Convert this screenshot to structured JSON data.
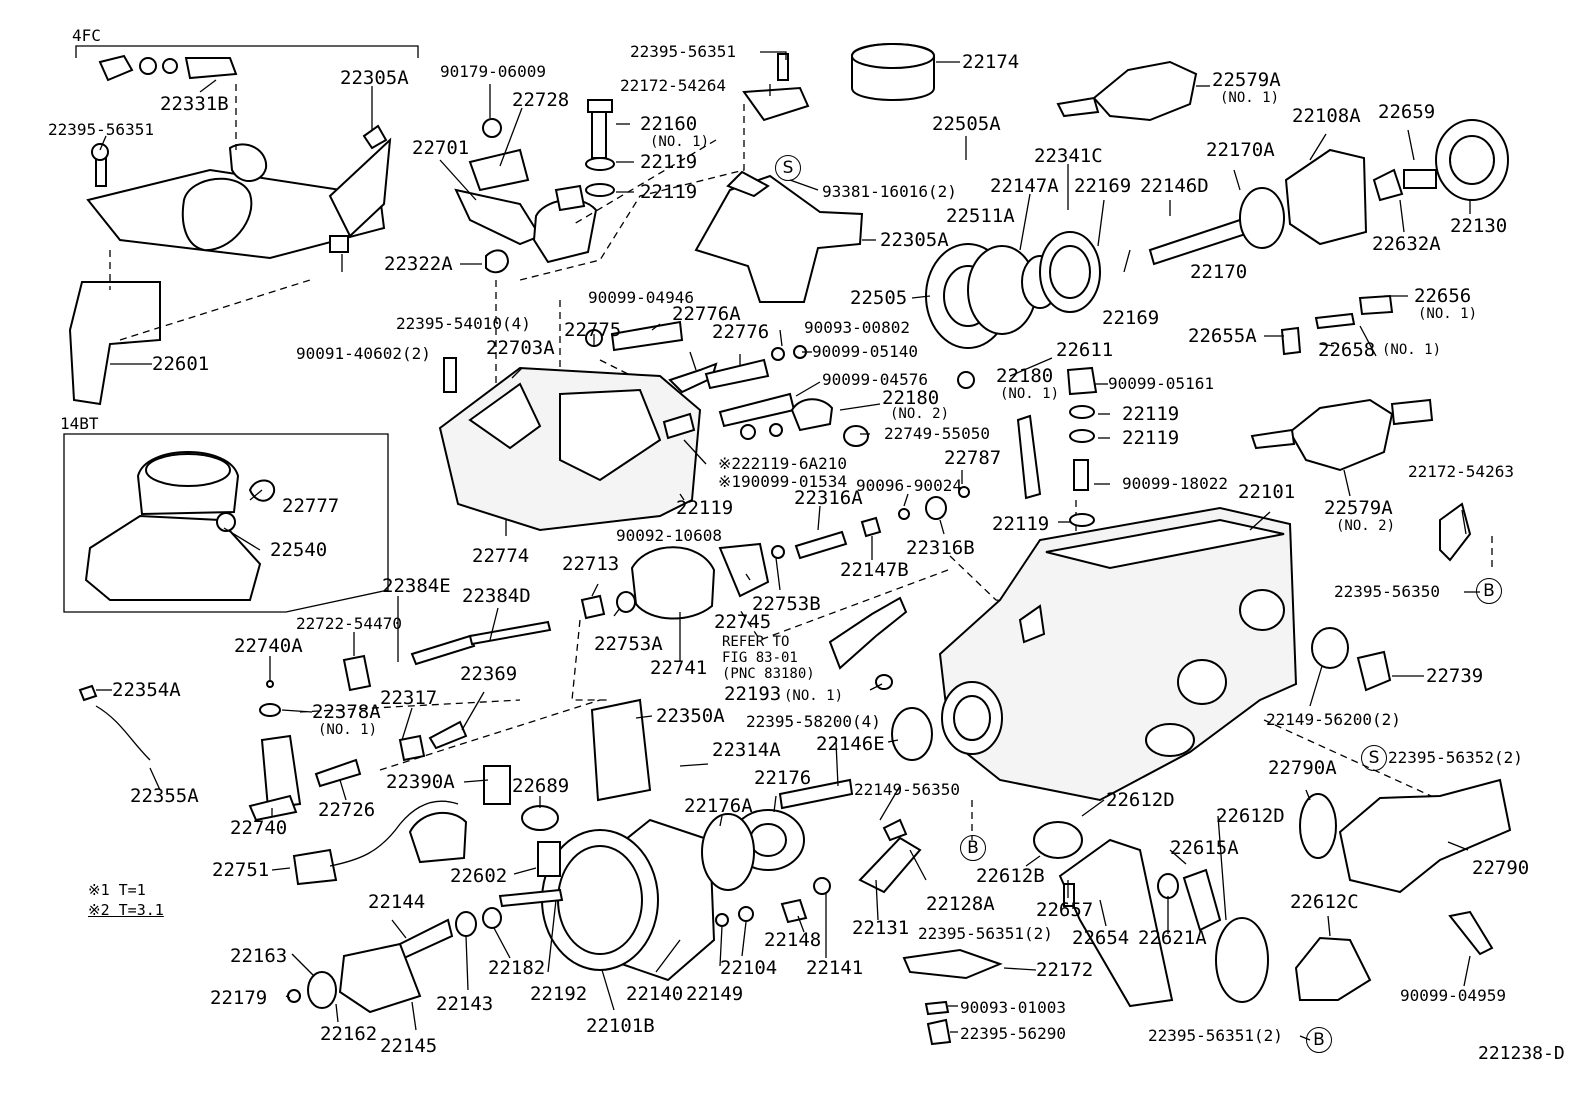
{
  "diagram": {
    "figure_code": "221238-D",
    "groups": {
      "engine_4fc": "4FC",
      "engine_14bt": "14BT"
    },
    "notes": [
      "※1 T=1",
      "※2 T=3.1"
    ],
    "refer_note": [
      "REFER TO",
      "FIG 83-01",
      "(PNC 83180)"
    ],
    "markers": {
      "s": "S",
      "b": "B"
    },
    "labels": [
      "22331B",
      "22305A",
      "22395-56351",
      "22601",
      "90091-40602(2)",
      "90179-06009",
      "22728",
      "22701",
      "22322A",
      "22395-56351",
      "22172-54264",
      "22160",
      "(NO. 1)",
      "22119",
      "22119",
      "93381-16016(2)",
      "22305A",
      "22174",
      "22579A",
      "(NO. 1)",
      "22505A",
      "22341C",
      "22147A",
      "22169",
      "22146D",
      "22511A",
      "22505",
      "22169",
      "22108A",
      "22659",
      "22170A",
      "22632A",
      "22130",
      "22170",
      "22656",
      "(NO. 1)",
      "22655A",
      "22658",
      "(NO. 1)",
      "22395-54010(4)",
      "22703A",
      "22775",
      "90099-04946",
      "22776A",
      "22776",
      "90093-00802",
      "90099-05140",
      "90099-04576",
      "22180",
      "(NO. 2)",
      "22749-55050",
      "22611",
      "22180",
      "(NO. 1)",
      "90099-05161",
      "22119",
      "22119",
      "※222119-6A210",
      "※190099-01534",
      "22119",
      "90092-10608",
      "22774",
      "22787",
      "90096-90024",
      "22316A",
      "22147B",
      "22316B",
      "22119",
      "90099-18022",
      "22101",
      "22579A",
      "(NO. 2)",
      "22172-54263",
      "22395-56350",
      "22777",
      "22540",
      "22384E",
      "22384D",
      "22713",
      "22753A",
      "22741",
      "22745",
      "22753B",
      "22722-54470",
      "22740A",
      "22193",
      "(NO. 1)",
      "22354A",
      "22378A",
      "(NO. 1)",
      "22317",
      "22369",
      "22740",
      "22726",
      "22355A",
      "22350A",
      "22314A",
      "22390A",
      "22689",
      "22395-58200(4)",
      "22146E",
      "22176",
      "22176A",
      "22751",
      "22602",
      "22149-56350",
      "22612D",
      "22612D",
      "22612B",
      "22657",
      "22654",
      "22615A",
      "22621A",
      "22128A",
      "22131",
      "22148",
      "22141",
      "22104",
      "22149",
      "22140",
      "22101B",
      "22192",
      "22182",
      "22143",
      "22144",
      "22163",
      "22179",
      "22162",
      "22145",
      "22395-56351(2)",
      "22172",
      "90093-01003",
      "22395-56290",
      "22739",
      "22149-56200(2)",
      "22395-56352(2)",
      "22790A",
      "22790",
      "22612C",
      "90099-04959",
      "22395-56351(2)"
    ]
  }
}
